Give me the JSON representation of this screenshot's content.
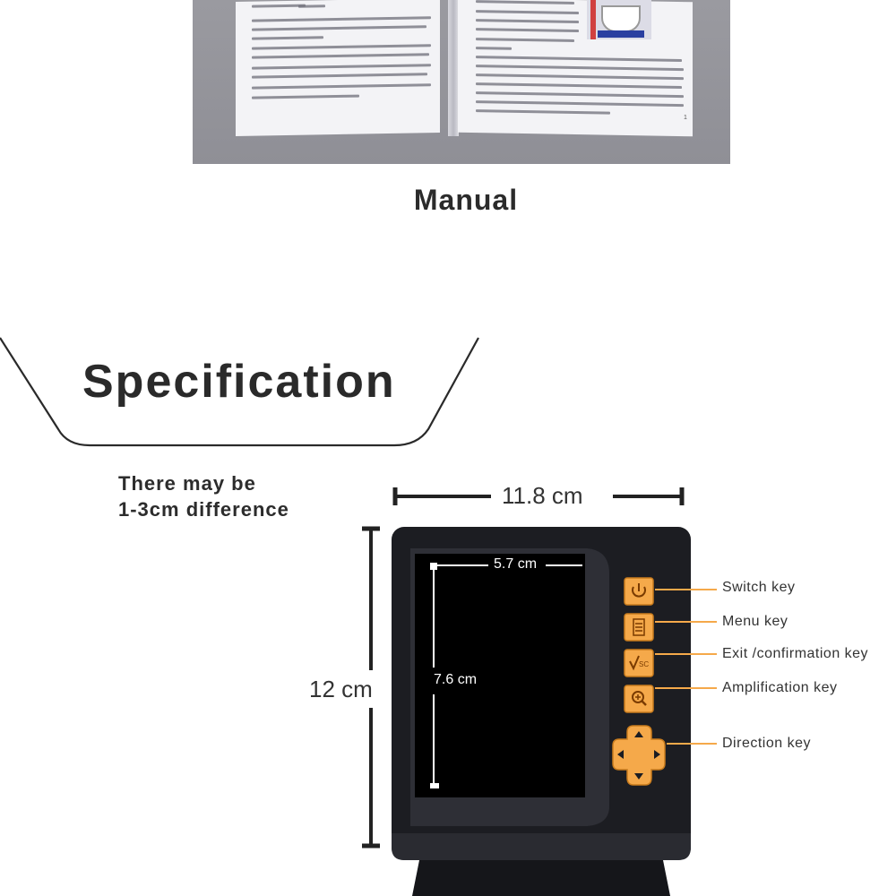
{
  "manual": {
    "caption": "Manual",
    "page_number": "1"
  },
  "specification": {
    "title": "Specification",
    "note_line1": "There may be",
    "note_line2": "1-3cm difference"
  },
  "dimensions": {
    "width": "11.8 cm",
    "height": "12 cm",
    "screen_width": "5.7 cm",
    "screen_height": "7.6 cm"
  },
  "keys": [
    {
      "label": "Switch key",
      "icon": "power-icon"
    },
    {
      "label": "Menu key",
      "icon": "menu-icon"
    },
    {
      "label": "Exit /confirmation key",
      "icon": "esc-icon"
    },
    {
      "label": "Amplification key",
      "icon": "zoom-icon"
    },
    {
      "label": "Direction key",
      "icon": "direction-pad-icon"
    }
  ],
  "colors": {
    "key_orange": "#f5a94a",
    "leader_line": "#f5a94a",
    "device_body": "#1c1d22",
    "text_dark": "#2a2a2a"
  }
}
